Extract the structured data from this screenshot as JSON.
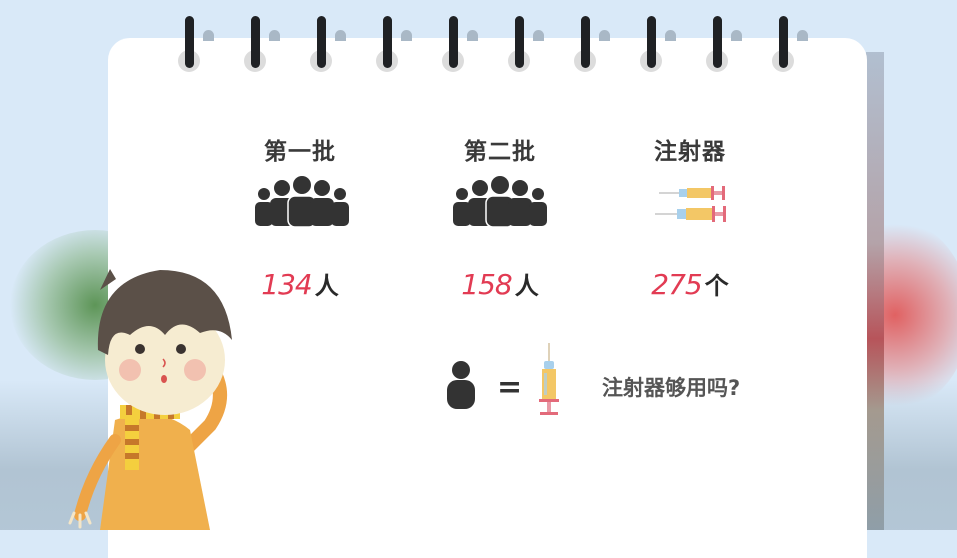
{
  "scene": {
    "colors": {
      "background": "#d9e9f8",
      "paper": "#ffffff",
      "accent_number": "#e23b53",
      "text_dark": "#3a3a3a",
      "ring_metal": "#1f2124"
    },
    "ring_count": 10
  },
  "columns": [
    {
      "title": "第一批",
      "icon": "crowd-icon",
      "value": "134",
      "unit": "人"
    },
    {
      "title": "第二批",
      "icon": "crowd-icon",
      "value": "158",
      "unit": "人"
    },
    {
      "title": "注射器",
      "icon": "syringes-icon",
      "value": "275",
      "unit": "个"
    }
  ],
  "equation": {
    "left_icon": "person-icon",
    "operator": "=",
    "right_icon": "syringe-icon",
    "question": "注射器够用吗?"
  },
  "character": {
    "icon": "thinking-boy-illustration"
  }
}
